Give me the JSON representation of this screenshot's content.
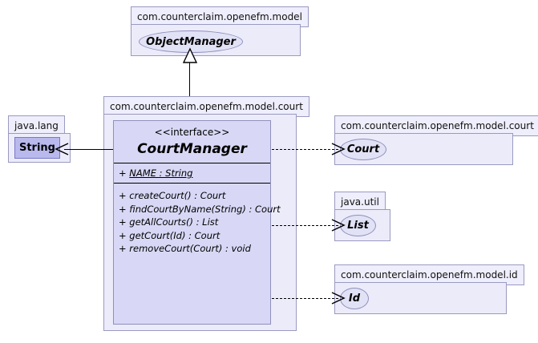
{
  "diagram": {
    "type": "uml-class-diagram",
    "background": "#ffffff",
    "colors": {
      "package_tab_fill": "#eeeefc",
      "package_body_fill": "#ecebfa",
      "package_border": "#9a9ac0",
      "interface_ellipse_fill": "#e2e2f6",
      "interface_box_fill": "#d8d8f6",
      "class_box_fill": "#b9b9ee",
      "line": "#000000"
    }
  },
  "packages": {
    "model": {
      "label": "com.counterclaim.openefm.model",
      "member": {
        "name": "ObjectManager",
        "kind": "interface-ellipse"
      }
    },
    "model_court_main": {
      "label": "com.counterclaim.openefm.model.court",
      "interface": {
        "stereotype": "<<interface>>",
        "name": "CourtManager",
        "attributes": [
          {
            "visibility": "+",
            "text": "NAME : String",
            "static": true
          }
        ],
        "operations": [
          {
            "visibility": "+",
            "text": "createCourt() : Court"
          },
          {
            "visibility": "+",
            "text": "findCourtByName(String) : Court"
          },
          {
            "visibility": "+",
            "text": "getAllCourts() : List"
          },
          {
            "visibility": "+",
            "text": "getCourt(Id) : Court"
          },
          {
            "visibility": "+",
            "text": "removeCourt(Court) : void"
          }
        ]
      }
    },
    "java_lang": {
      "label": "java.lang",
      "member": {
        "name": "String",
        "kind": "class-box"
      }
    },
    "model_court_right": {
      "label": "com.counterclaim.openefm.model.court",
      "member": {
        "name": "Court",
        "kind": "interface-ellipse"
      }
    },
    "java_util": {
      "label": "java.util",
      "member": {
        "name": "List",
        "kind": "interface-ellipse"
      }
    },
    "model_id": {
      "label": "com.counterclaim.openefm.model.id",
      "member": {
        "name": "Id",
        "kind": "interface-ellipse"
      }
    }
  },
  "relationships": [
    {
      "id": "generalization",
      "from": "CourtManager",
      "to": "ObjectManager",
      "style": "solid",
      "arrow": "hollow-triangle"
    },
    {
      "id": "dep-string",
      "from": "CourtManager",
      "to": "String",
      "style": "solid",
      "arrow": "open"
    },
    {
      "id": "dep-court",
      "from": "CourtManager",
      "to": "Court",
      "style": "dashed",
      "arrow": "open"
    },
    {
      "id": "dep-list",
      "from": "CourtManager",
      "to": "List",
      "style": "dashed",
      "arrow": "open"
    },
    {
      "id": "dep-id",
      "from": "CourtManager",
      "to": "Id",
      "style": "dashed",
      "arrow": "open"
    }
  ]
}
